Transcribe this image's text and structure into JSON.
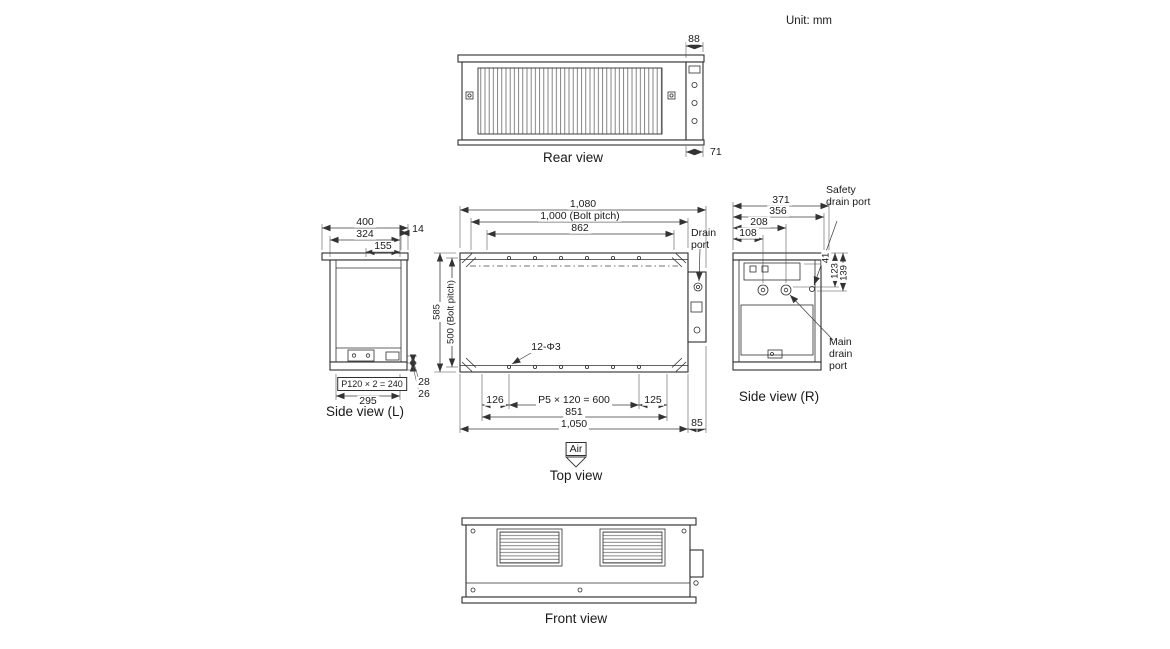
{
  "meta": {
    "unit_note": "Unit: mm"
  },
  "rear": {
    "label": "Rear view",
    "d88": "88",
    "d71": "71"
  },
  "side_l": {
    "label": "Side view (L)",
    "d400": "400",
    "d324": "324",
    "d155": "155",
    "d14": "14",
    "dp120": "P120 × 2 = 240",
    "d295": "295",
    "d28": "28",
    "d26": "26"
  },
  "top": {
    "label": "Top view",
    "d1080": "1,080",
    "d1000": "1,000 (Bolt pitch)",
    "d862": "862",
    "d585": "585",
    "d500": "500 (Bolt pitch)",
    "holes": "12-Φ3",
    "d126": "126",
    "dp5": "P5 × 120 = 600",
    "d125": "125",
    "d851": "851",
    "d1050": "1,050",
    "d85": "85",
    "drain_port": "Drain port",
    "air": "Air"
  },
  "side_r": {
    "label": "Side view (R)",
    "d371": "371",
    "d356": "356",
    "d208": "208",
    "d108": "108",
    "d41": "41",
    "d123": "123",
    "d139": "139",
    "safety_drain": "Safety drain port",
    "main_drain": "Main drain port"
  },
  "front": {
    "label": "Front view"
  }
}
